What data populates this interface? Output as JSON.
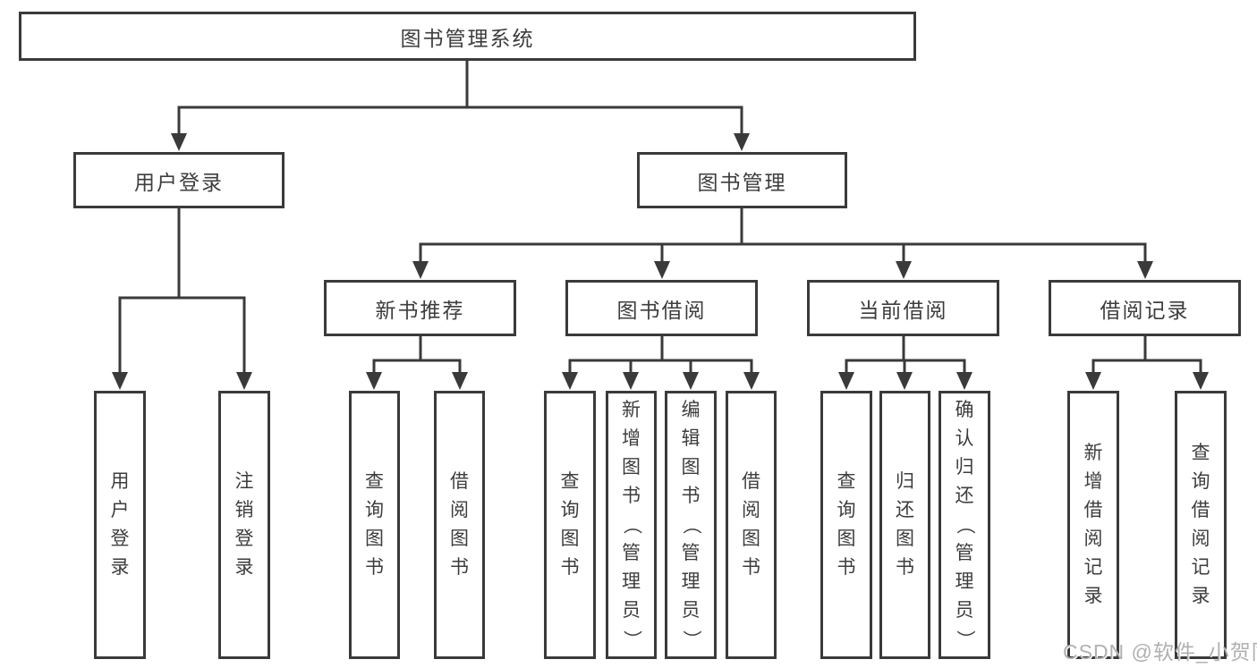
{
  "page": {
    "watermark": "CSDN @软件_小贺同学"
  },
  "colors": {
    "line": "#3a3a3a",
    "text": "#3d3d3d",
    "watermark": "#b0b0b3",
    "background": "#ffffff"
  },
  "tree": {
    "root": "图书管理系统",
    "children": [
      {
        "label": "用户登录",
        "children": [
          "用户登录",
          "注销登录"
        ]
      },
      {
        "label": "图书管理",
        "children": [
          {
            "label": "新书推荐",
            "children": [
              "查询图书",
              "借阅图书"
            ]
          },
          {
            "label": "图书借阅",
            "children": [
              "查询图书",
              "新增图书（管理员）",
              "编辑图书（管理员）",
              "借阅图书"
            ]
          },
          {
            "label": "当前借阅",
            "children": [
              "查询图书",
              "归还图书",
              "确认归还（管理员）"
            ]
          },
          {
            "label": "借阅记录",
            "children": [
              "新增借阅记录",
              "查询借阅记录"
            ]
          }
        ]
      }
    ]
  }
}
